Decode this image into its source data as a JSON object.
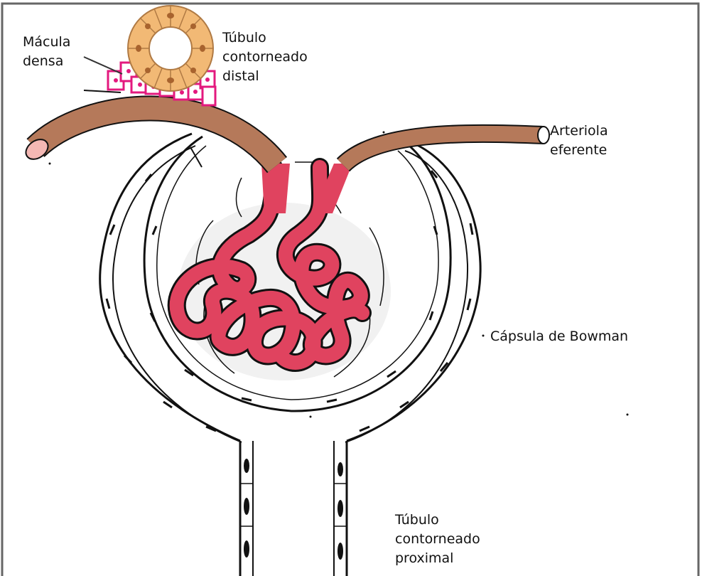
{
  "labels": {
    "macula_densa": [
      "Mácula",
      "densa"
    ],
    "distal_tubule": [
      "Túbulo",
      "contorneado",
      "distal"
    ],
    "efferent_arteriole": [
      "Arteriola",
      "eferente"
    ],
    "bowman_capsule": "Cápsula de Bowman",
    "proximal_tubule": [
      "Túbulo",
      "contorneado",
      "proximal"
    ]
  },
  "colors": {
    "frame": "#666666",
    "arteriole": "#b5795a",
    "arteriole_opening": "#f4b8b4",
    "glomerulus": "#e0435f",
    "glomerulus_outline": "#2a2a2a",
    "tubule_cells": "#f2b975",
    "tubule_nuclei": "#a8632e",
    "macula_cells": "#e3197e",
    "outline": "#111111"
  }
}
